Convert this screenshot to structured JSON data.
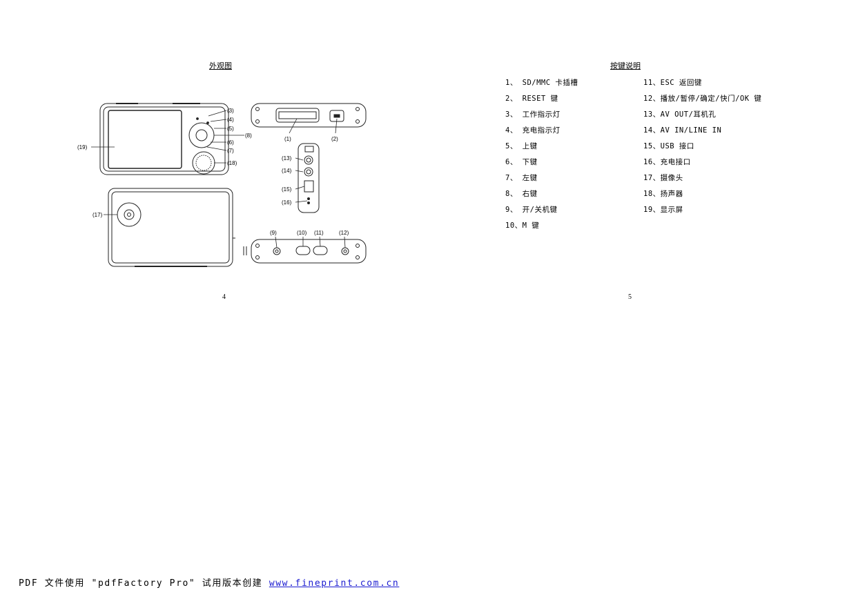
{
  "left_page": {
    "title": "外观图",
    "callouts": [
      "(1)",
      "(2)",
      "(3)",
      "(4)",
      "(5)",
      "(6)",
      "(7)",
      "(8)",
      "(9)",
      "(10)",
      "(11)",
      "(12)",
      "(13)",
      "(14)",
      "(15)",
      "(16)",
      "(17)",
      "(18)",
      "(19)"
    ],
    "page_number": "4"
  },
  "right_page": {
    "title": "按键说明",
    "col1": [
      "1、 SD/MMC 卡插槽",
      "2、 RESET 键",
      "3、 工作指示灯",
      "4、 充电指示灯",
      "5、 上键",
      "6、 下键",
      "7、 左键",
      "8、 右键",
      "9、 开/关机键",
      "10、M 键"
    ],
    "col2": [
      "11、ESC 返回键",
      "12、播放/暂停/确定/快门/OK 键",
      "13、AV OUT/耳机孔",
      "14、AV IN/LINE IN",
      "15、USB 接口",
      "16、充电接口",
      "17、摄像头",
      "18、扬声器",
      "19、显示屏"
    ],
    "page_number": "5"
  },
  "footer": {
    "prefix": "PDF 文件使用 \"pdfFactory Pro\" 试用版本创建 ",
    "link_text": "www.fineprint.com.cn"
  }
}
